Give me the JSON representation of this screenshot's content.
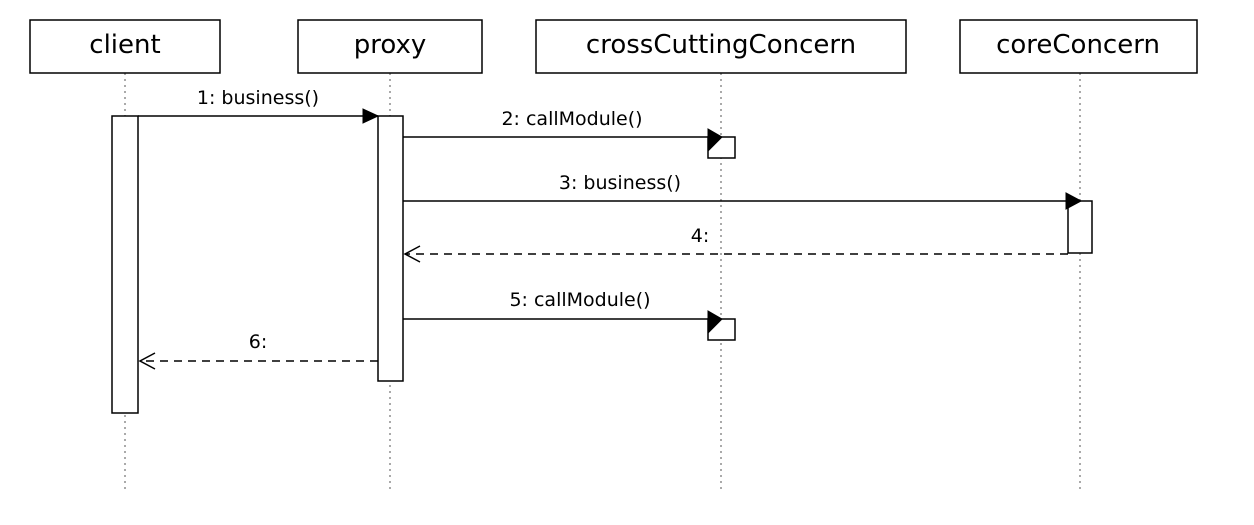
{
  "lifelines": [
    {
      "id": "client",
      "label": "client"
    },
    {
      "id": "proxy",
      "label": "proxy"
    },
    {
      "id": "cross",
      "label": "crossCuttingConcern"
    },
    {
      "id": "core",
      "label": "coreConcern"
    }
  ],
  "messages": [
    {
      "id": "m1",
      "label": "1: business()",
      "kind": "call"
    },
    {
      "id": "m2",
      "label": "2: callModule()",
      "kind": "self-activation-call"
    },
    {
      "id": "m3",
      "label": "3: business()",
      "kind": "call"
    },
    {
      "id": "m4",
      "label": "4:",
      "kind": "return"
    },
    {
      "id": "m5",
      "label": "5: callModule()",
      "kind": "self-activation-call"
    },
    {
      "id": "m6",
      "label": "6:",
      "kind": "return"
    }
  ]
}
